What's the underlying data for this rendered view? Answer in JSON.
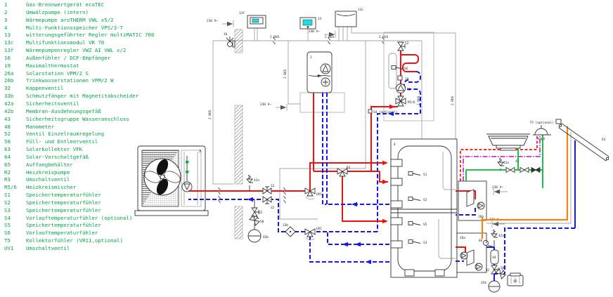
{
  "colors": {
    "legend_green": "#00A546",
    "pipe_red": "#EE1111",
    "pipe_blue": "#1616EE",
    "pipe_green": "#00BB33",
    "pipe_magenta": "#C832C8",
    "pipe_orange": "#F08515",
    "screen_cyan": "#18DDE8",
    "line_gray": "#888",
    "outline_dark": "#333"
  },
  "legend": {
    "items": [
      {
        "key": "1",
        "label": "Gas-Brennwertgerät ecoTEC"
      },
      {
        "key": "2",
        "label": "Umwälzpumpe (intern)"
      },
      {
        "key": "3",
        "label": "Wärmepumpe aroTHERM VWL x5/2"
      },
      {
        "key": "4",
        "label": "Multi-Funktionsspeicher VPS/3-7"
      },
      {
        "key": "13",
        "label": "witterungsgeführter Regler multiMATIC 700"
      },
      {
        "key": "13c",
        "label": "Multifunktionsmodul VR 70"
      },
      {
        "key": "13f",
        "label": "Wärmepumpenregler VWZ AI VWL x/2"
      },
      {
        "key": "16",
        "label": "Außenfühler / DCF-Empfänger"
      },
      {
        "key": "19",
        "label": "Maximalthermostat"
      },
      {
        "key": "26a",
        "label": "Solarstation VPM/2 S"
      },
      {
        "key": "26b",
        "label": "Trinkwasserstationen VPM/2 W"
      },
      {
        "key": "32",
        "label": "Kappenventil"
      },
      {
        "key": "33b",
        "label": "Schmutzfänger mit Magnetitabscheider"
      },
      {
        "key": "42a",
        "label": "Sicherheitsventil"
      },
      {
        "key": "42b",
        "label": "Membran-Ausdehnungsgefäß"
      },
      {
        "key": "43",
        "label": "Sicherheitsgruppe Wasseranschluss"
      },
      {
        "key": "48",
        "label": "Manometer"
      },
      {
        "key": "52",
        "label": "Ventil Einzelraumregelung"
      },
      {
        "key": "58",
        "label": "Füll- und Entleerventil"
      },
      {
        "key": "63",
        "label": "Solarkollektor VFK"
      },
      {
        "key": "64",
        "label": "Solar-Vorschaltgefäß"
      },
      {
        "key": "65",
        "label": "Auffangbehälter"
      },
      {
        "key": "R2",
        "label": "Heizkreispumpe"
      },
      {
        "key": "R3",
        "label": "Umschaltventil"
      },
      {
        "key": "R5/6",
        "label": "Heizkreismischer"
      },
      {
        "key": "S1",
        "label": "Speichertemperaturfühler"
      },
      {
        "key": "S2",
        "label": "Speichertemperaturfühler"
      },
      {
        "key": "S3",
        "label": "Speichertemperaturfühler"
      },
      {
        "key": "S4",
        "label": "Vorlauftemperaturfühler (optional)"
      },
      {
        "key": "S5",
        "label": "Speichertemperaturfühler"
      },
      {
        "key": "S6",
        "label": "Vorlauftemperaturfühler"
      },
      {
        "key": "T5",
        "label": "Kollektorfühler (VR11,optional)"
      },
      {
        "key": "UV1",
        "label": "Umschaltventil"
      }
    ]
  },
  "diagram": {
    "labels": {
      "boiler": "1",
      "heat_pump": "3",
      "tank": "4",
      "controller": "13",
      "module": "13c",
      "hp_controller": "13f",
      "outdoor_sensor": "16",
      "thermostat": "19",
      "solar_station": "26a",
      "dhw_station": "26b",
      "cap_valve": "32",
      "strainer": "33b",
      "safety_valve": "42a",
      "exp_vessel": "42b",
      "safety_group": "43",
      "manometer": "48",
      "room_valve": "52",
      "fill_valve": "58",
      "collector": "63",
      "solar_vessel": "64",
      "catch_tank": "65",
      "pump_r2": "R2",
      "valve_r3": "R3",
      "mixer": "R5/6",
      "s1": "S1",
      "s2": "S2",
      "s3": "S3",
      "s5": "S5",
      "s6": "S6",
      "s4_opt": "S4 (optional)",
      "t5_opt": "T5 (optional)",
      "uv1": "UV1",
      "power": "230 V~",
      "bus": "2 BUS"
    }
  }
}
